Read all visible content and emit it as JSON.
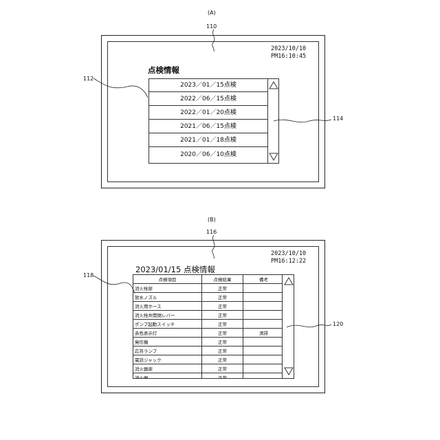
{
  "fig_a": {
    "label": "(A)",
    "ref_screen": "110",
    "ref_list": "112",
    "ref_scroll": "114",
    "clock_date": "2023/10/10",
    "clock_time": "PM16:10:45",
    "title": "点検情報",
    "items": [
      "2023／01／15点検",
      "2022／06／15点検",
      "2022／01／20点検",
      "2021／06／15点検",
      "2021／01／18点検",
      "2020／06／10点検"
    ],
    "scroll_up": "up-arrow-icon",
    "scroll_down": "down-arrow-icon"
  },
  "fig_b": {
    "label": "(B)",
    "ref_screen": "116",
    "ref_table": "118",
    "ref_scroll": "120",
    "clock_date": "2023/10/10",
    "clock_time": "PM16:12:22",
    "title": "2023/01/15  点検情報",
    "columns": [
      "点検項目",
      "点検結果",
      "備考"
    ],
    "rows": [
      [
        "消火栓扉",
        "正常",
        ""
      ],
      [
        "放水ノズル",
        "正常",
        ""
      ],
      [
        "消火用ホース",
        "正常",
        ""
      ],
      [
        "消火栓弁開閉レバー",
        "正常",
        ""
      ],
      [
        "ポンプ起動スイッチ",
        "正常",
        ""
      ],
      [
        "赤色表示灯",
        "正常",
        "清掃"
      ],
      [
        "発信機",
        "正常",
        ""
      ],
      [
        "応答ランプ",
        "正常",
        ""
      ],
      [
        "電話ジャック",
        "正常",
        ""
      ],
      [
        "消火器扉",
        "正常",
        ""
      ],
      [
        "消火器",
        "正常",
        ""
      ]
    ]
  }
}
